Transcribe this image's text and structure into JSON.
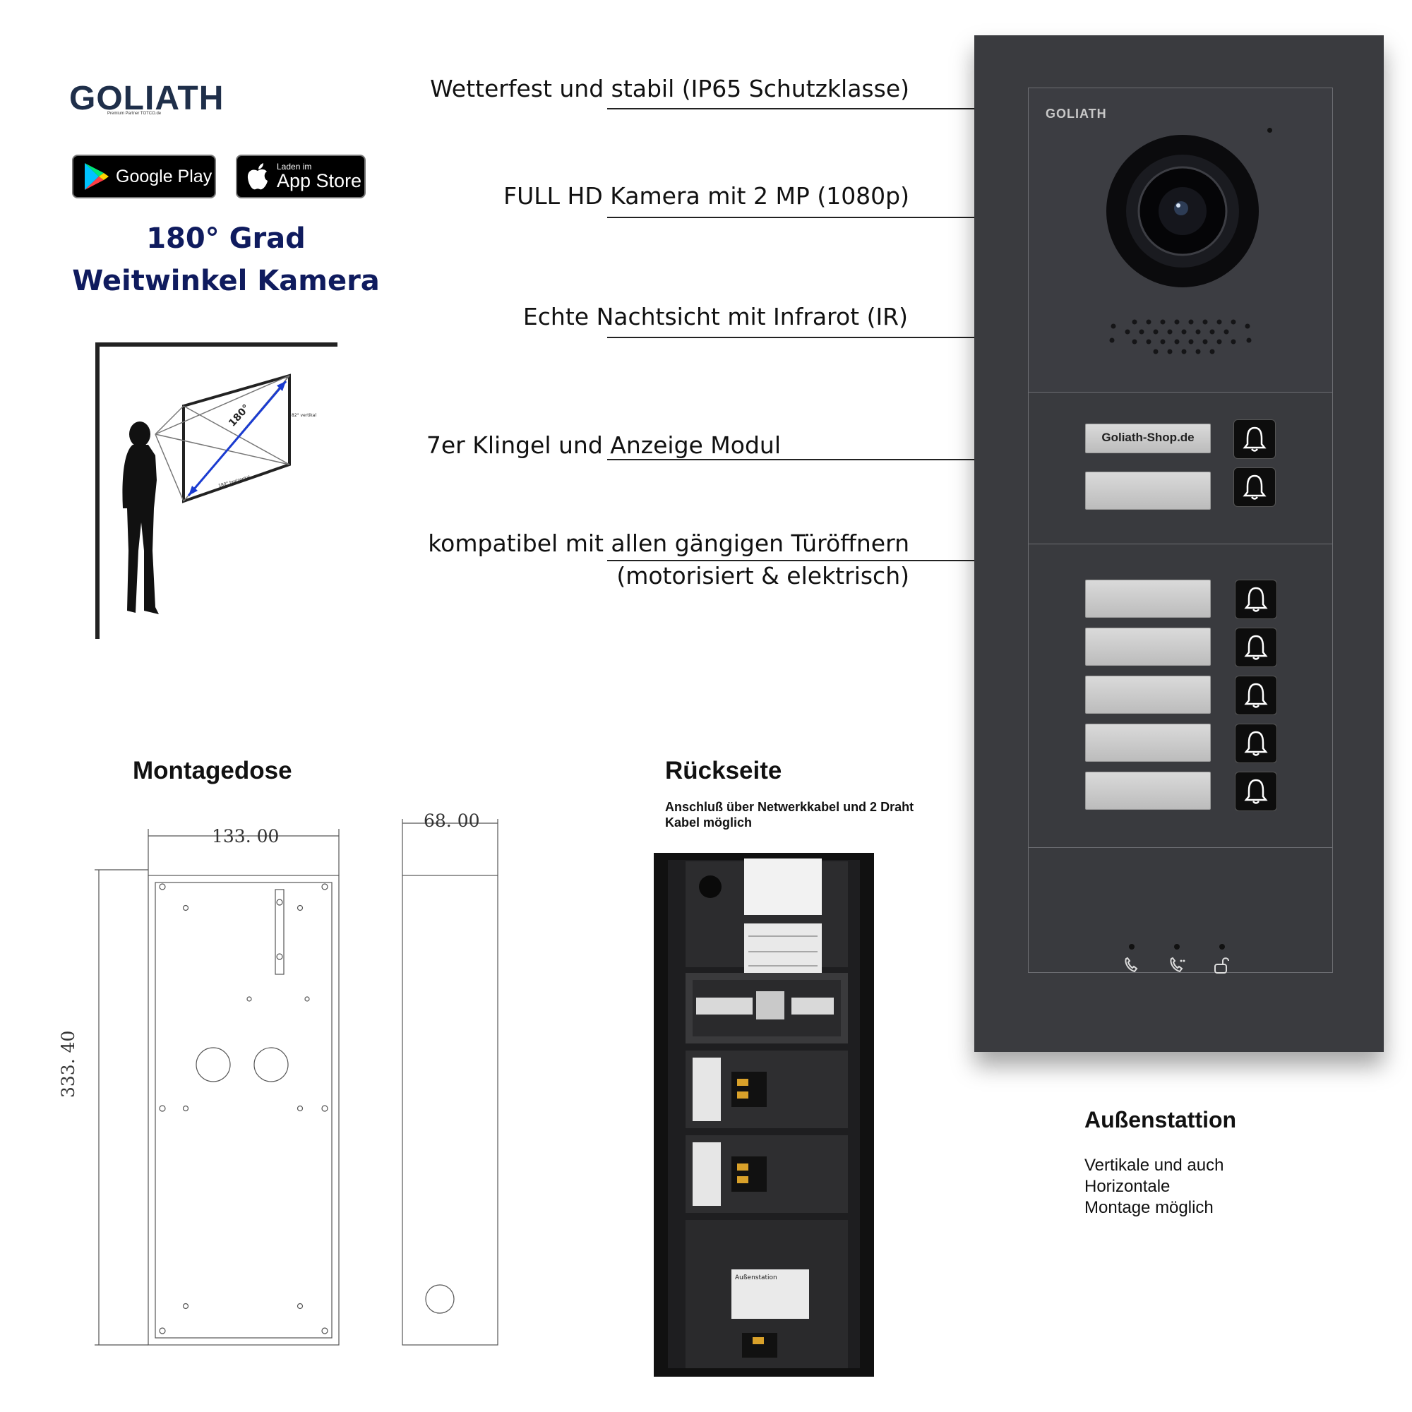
{
  "brand": {
    "logo_text": "GOLIATH",
    "logo_sub": "Premium Partner TOTCO.de"
  },
  "stores": {
    "google_label": "Google Play",
    "apple_small": "Laden im",
    "apple_big": "App Store"
  },
  "wide_angle": {
    "line1": "180° Grad",
    "line2": "Weitwinkel Kamera",
    "diagram_angle": "180°",
    "diagram_vertical": "82° vertikal",
    "diagram_horizontal": "180° horizontal"
  },
  "features": [
    "Wetterfest und stabil (IP65 Schutzklasse)",
    "FULL HD Kamera mit 2 MP (1080p)",
    "Echte Nachtsicht mit Infrarot (IR)",
    "7er Klingel und Anzeige Modul",
    "kompatibel mit allen gängigen Türöffnern",
    "(motorisiert & elektrisch)"
  ],
  "panel": {
    "logo": "GOLIATH",
    "nameplate": "Goliath-Shop.de",
    "bell_count": 7
  },
  "mounting_box": {
    "title": "Montagedose",
    "width": "133. 00",
    "height": "333. 40",
    "depth": "68. 00"
  },
  "back": {
    "title": "Rückseite",
    "note": "Anschluß über Netwerkkabel und 2 Draht Kabel möglich",
    "label_text": "Außenstation"
  },
  "outdoor": {
    "title": "Außenstattion",
    "line1": "Vertikale und auch",
    "line2": "Horizontale",
    "line3": "Montage möglich"
  }
}
